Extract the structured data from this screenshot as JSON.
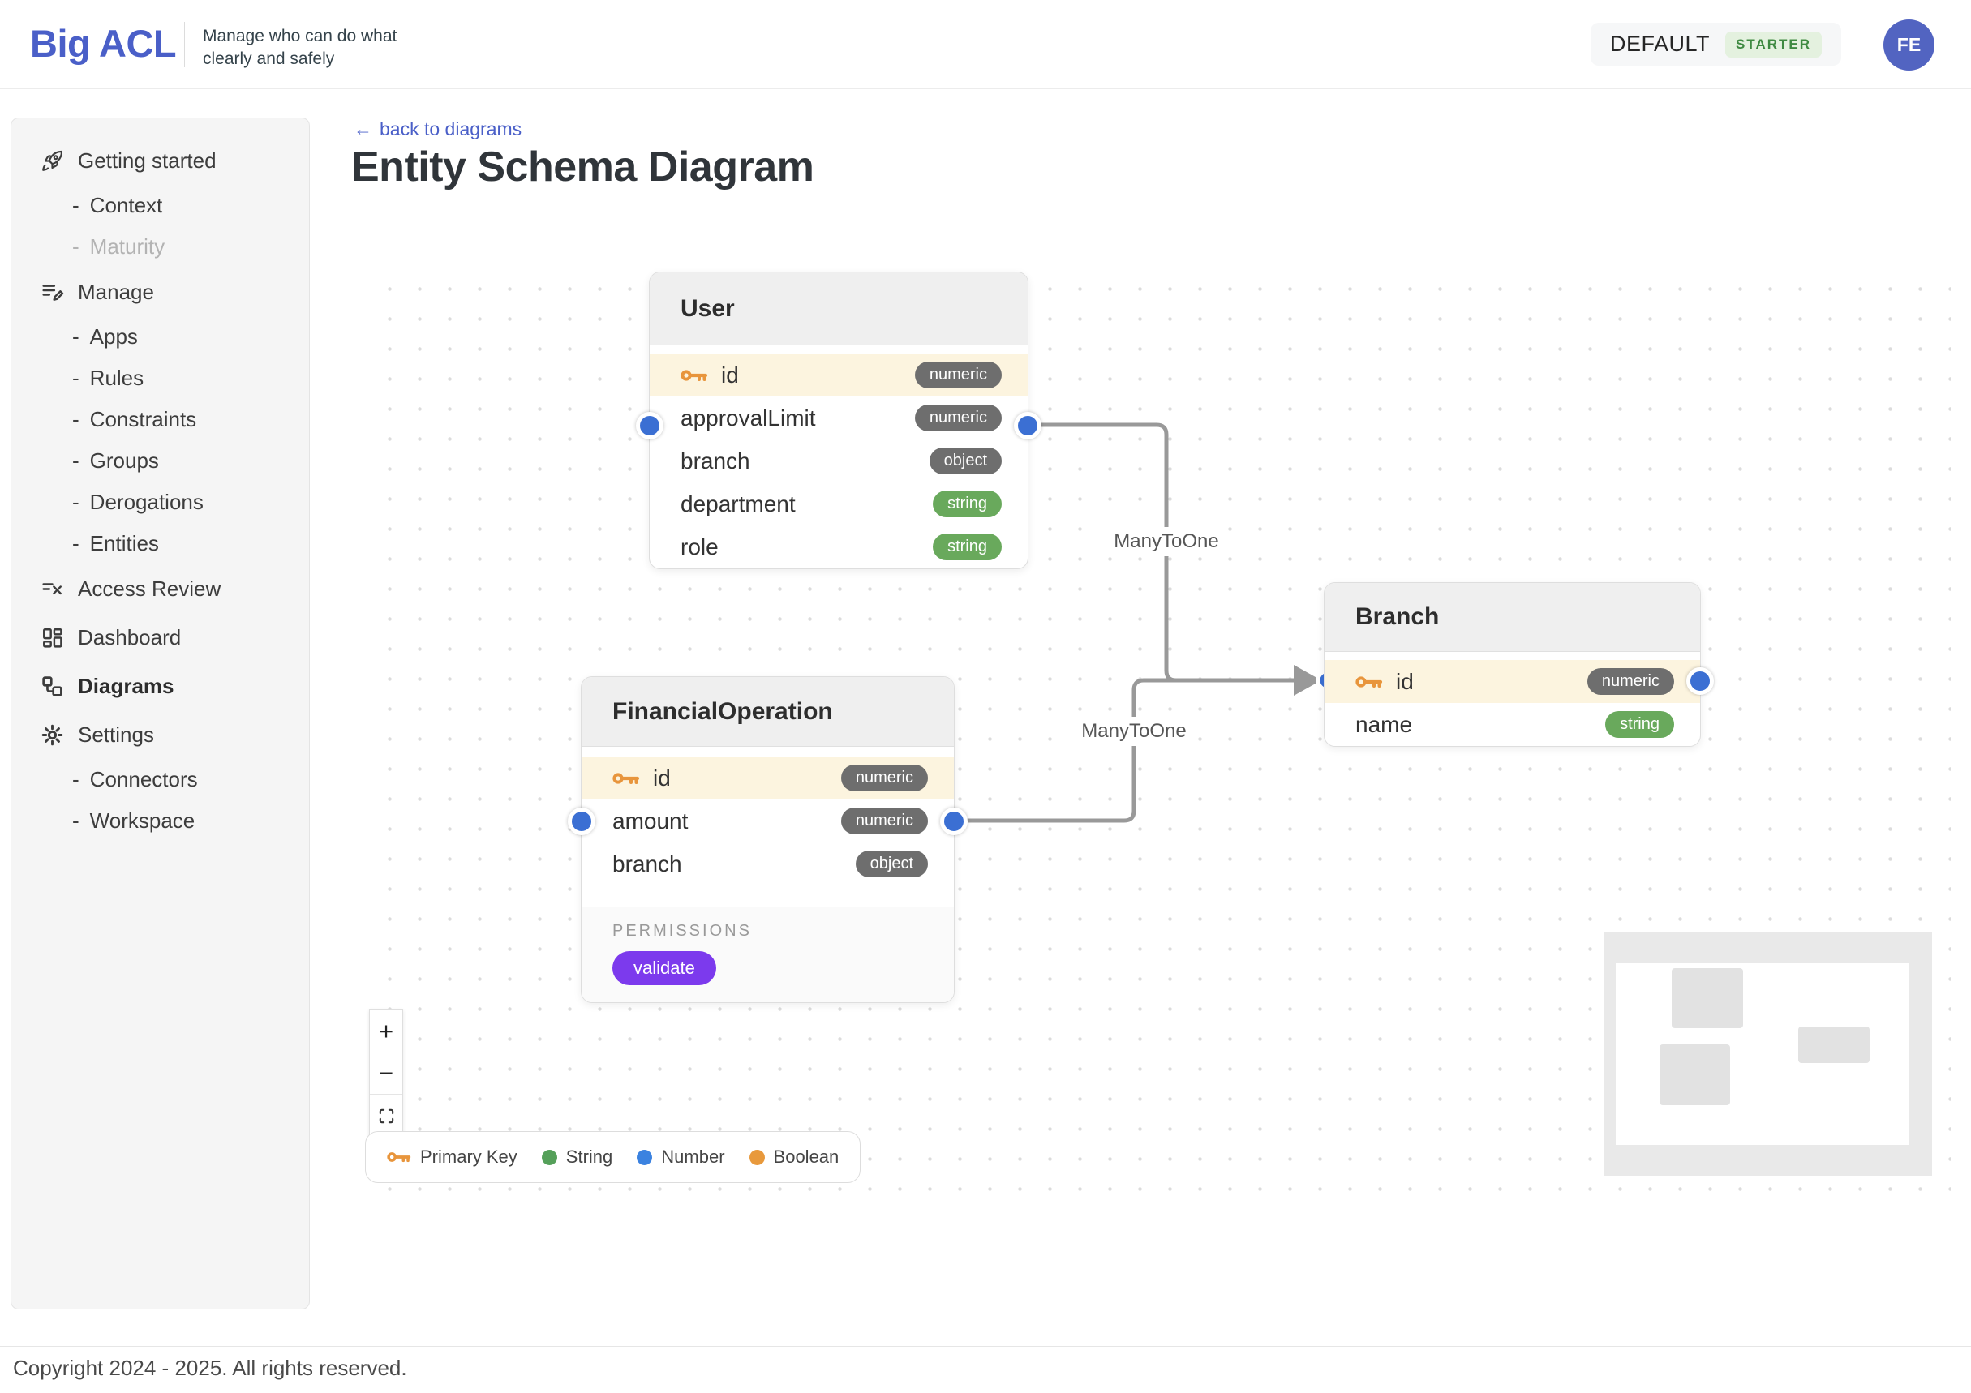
{
  "header": {
    "logo": "Big ACL",
    "tagline_line1": "Manage who can do what",
    "tagline_line2": "clearly and safely",
    "workspace_name": "DEFAULT",
    "plan_badge": "STARTER",
    "avatar_initials": "FE"
  },
  "sidebar": {
    "sub_prefix": "-",
    "items": [
      {
        "label": "Getting started"
      },
      {
        "label": "Context"
      },
      {
        "label": "Maturity"
      },
      {
        "label": "Manage"
      },
      {
        "label": "Apps"
      },
      {
        "label": "Rules"
      },
      {
        "label": "Constraints"
      },
      {
        "label": "Groups"
      },
      {
        "label": "Derogations"
      },
      {
        "label": "Entities"
      },
      {
        "label": "Access Review"
      },
      {
        "label": "Dashboard"
      },
      {
        "label": "Diagrams"
      },
      {
        "label": "Settings"
      },
      {
        "label": "Connectors"
      },
      {
        "label": "Workspace"
      }
    ]
  },
  "main": {
    "back_arrow": "←",
    "back_link": "back to diagrams",
    "title": "Entity Schema Diagram"
  },
  "diagram": {
    "entities": [
      {
        "name": "User",
        "fields": [
          {
            "name": "id",
            "type": "numeric",
            "pk": true
          },
          {
            "name": "approvalLimit",
            "type": "numeric"
          },
          {
            "name": "branch",
            "type": "object"
          },
          {
            "name": "department",
            "type": "string"
          },
          {
            "name": "role",
            "type": "string"
          }
        ]
      },
      {
        "name": "FinancialOperation",
        "fields": [
          {
            "name": "id",
            "type": "numeric",
            "pk": true
          },
          {
            "name": "amount",
            "type": "numeric"
          },
          {
            "name": "branch",
            "type": "object"
          }
        ],
        "permissions_label": "PERMISSIONS",
        "permissions": [
          "validate"
        ]
      },
      {
        "name": "Branch",
        "fields": [
          {
            "name": "id",
            "type": "numeric",
            "pk": true
          },
          {
            "name": "name",
            "type": "string"
          }
        ]
      }
    ],
    "edges": [
      {
        "label": "ManyToOne",
        "from": "User.approvalLimit",
        "to": "Branch.id"
      },
      {
        "label": "ManyToOne",
        "from": "FinancialOperation.amount",
        "to": "Branch.id"
      }
    ],
    "controls": {
      "zoom_in": "+",
      "zoom_out": "−"
    },
    "legend": {
      "items": [
        {
          "label": "Primary Key",
          "color": "#E8953C"
        },
        {
          "label": "String",
          "color": "#55A05A"
        },
        {
          "label": "Number",
          "color": "#3B82E0"
        },
        {
          "label": "Boolean",
          "color": "#E8993C"
        }
      ]
    }
  },
  "colors": {
    "accent_blue": "#4A5FC8",
    "handle_blue": "#3B6FD3",
    "primary_key_orange": "#E8953C",
    "string_green": "#69A95C",
    "type_badge_gray": "#6E6E6E",
    "permission_purple": "#7C3AED",
    "plan_badge_green": "#3F8A42"
  },
  "footer": {
    "copyright": "Copyright 2024 - 2025. All rights reserved."
  }
}
